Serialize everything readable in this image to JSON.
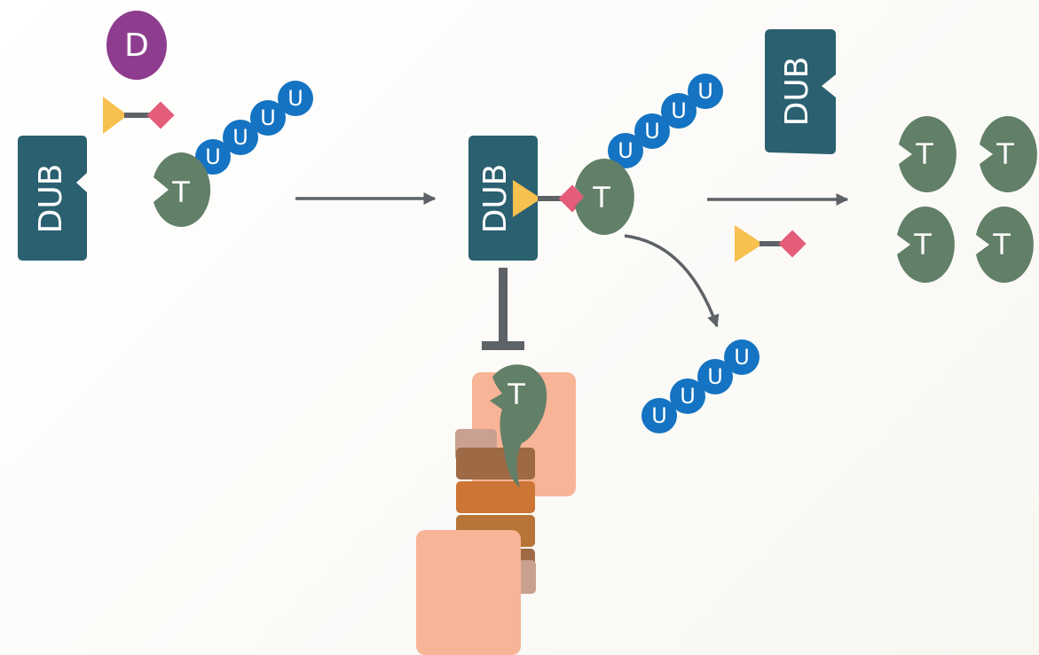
{
  "labels": {
    "drug": "D",
    "dub": "DUB",
    "target": "T",
    "ubiquitin": "U"
  },
  "colors": {
    "dub": "#2b6070",
    "target": "#627f68",
    "drug": "#8e3d8e",
    "ubiquitin": "#1473c2",
    "warhead_yellow": "#f7c04f",
    "warhead_pink": "#e35d78",
    "arrow": "#5d6266",
    "proteasome_cap": "#f7b497"
  }
}
